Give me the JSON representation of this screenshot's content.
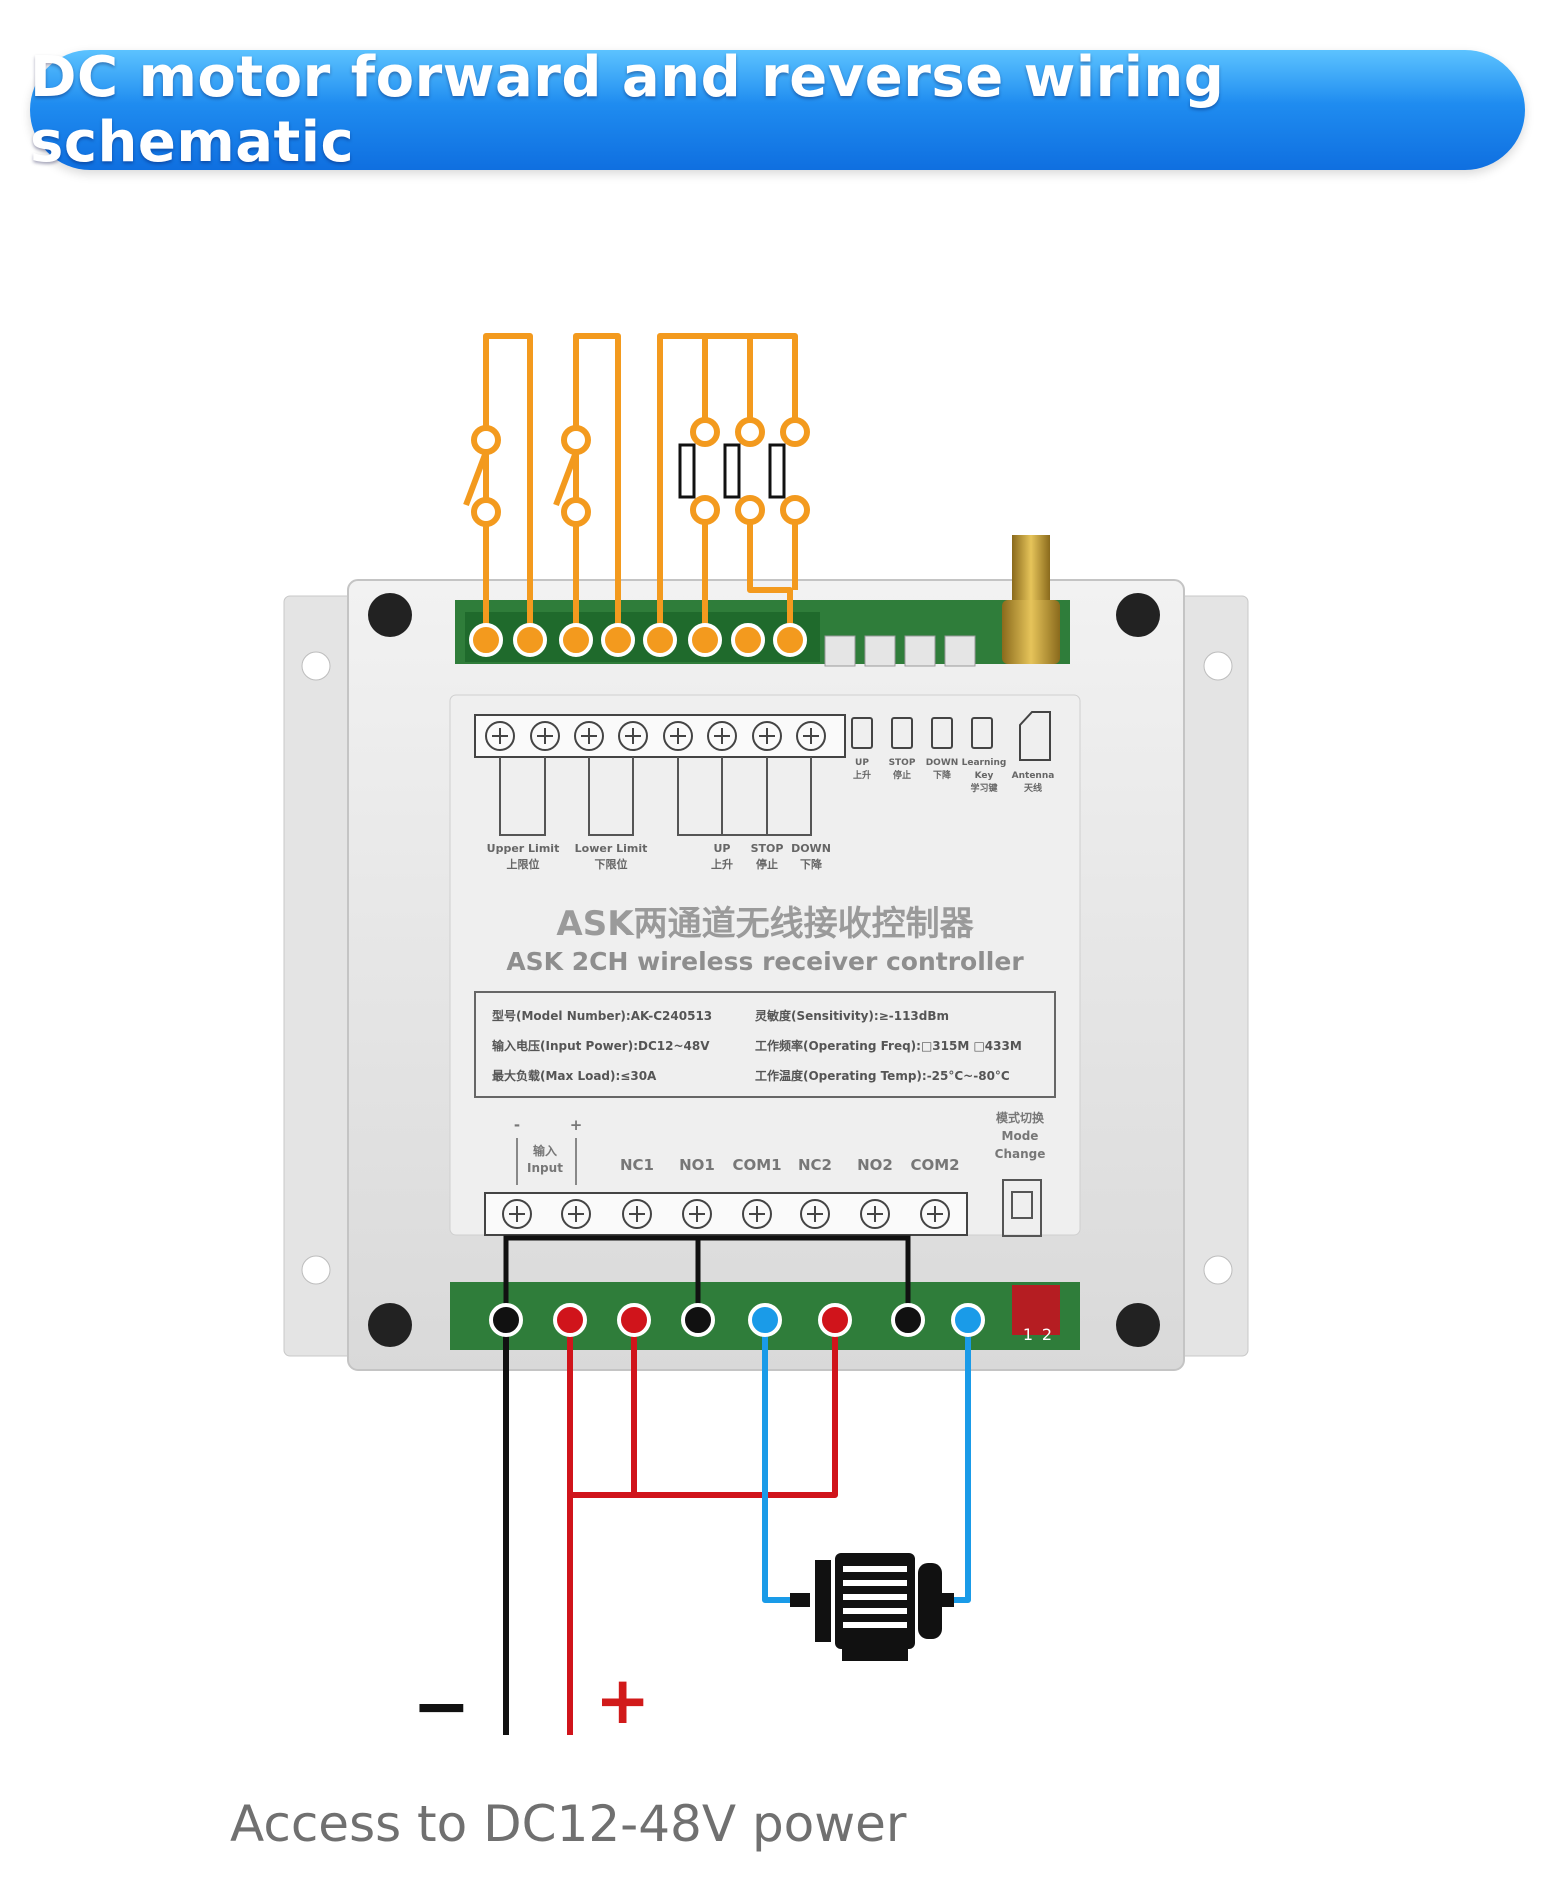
{
  "banner": {
    "title": "DC motor forward and reverse wiring schematic"
  },
  "controller": {
    "name_cn": "ASK两通道无线接收控制器",
    "name_en": "ASK 2CH wireless receiver controller",
    "top_labels": {
      "upper_limit": "Upper Limit",
      "upper_limit_cn": "上限位",
      "lower_limit": "Lower Limit",
      "lower_limit_cn": "下限位",
      "up": "UP",
      "up_cn": "上升",
      "stop": "STOP",
      "stop_cn": "停止",
      "down": "DOWN",
      "down_cn": "下降"
    },
    "button_labels": {
      "up": "UP",
      "up_cn": "上升",
      "stop": "STOP",
      "stop_cn": "停止",
      "down": "DOWN",
      "down_cn": "下降",
      "learning": "Learning",
      "key": "Key",
      "learning_cn": "学习键",
      "antenna": "Antenna",
      "antenna_cn": "天线"
    },
    "specs": {
      "model": "型号(Model Number):AK-C240513",
      "sensitivity": "灵敏度(Sensitivity):≥-113dBm",
      "input_power": "输入电压(Input Power):DC12~48V",
      "operating_freq": "工作频率(Operating Freq):□315M □433M",
      "max_load": "最大负载(Max Load):≤30A",
      "operating_temp": "工作温度(Operating Temp):-25°C~-80°C"
    },
    "bottom_labels": {
      "minus": "-",
      "plus": "+",
      "input_cn": "输入",
      "input": "Input",
      "nc1": "NC1",
      "no1": "NO1",
      "com1": "COM1",
      "nc2": "NC2",
      "no2": "NO2",
      "com2": "COM2",
      "mode_cn": "模式切换",
      "mode": "Mode",
      "change": "Change",
      "dip1": "1",
      "dip2": "2"
    }
  },
  "power": {
    "minus_symbol": "−",
    "plus_symbol": "+"
  },
  "caption": "Access to DC12-48V power",
  "colors": {
    "orange": "#f39a1e",
    "red": "#d0141b",
    "blue": "#1a9be8",
    "black": "#111111",
    "green_pcb": "#2f7d3a",
    "case": "#e9e9e9"
  }
}
